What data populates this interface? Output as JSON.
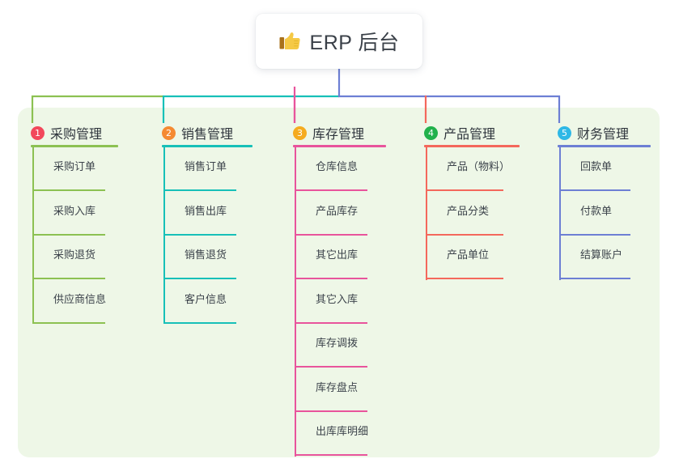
{
  "root": {
    "icon": "thumbs-up-icon",
    "title": "ERP 后台"
  },
  "palette": {
    "page_background": "#ffffff",
    "panel_background": "#eef7e7",
    "text": "#3c434b",
    "title_text": "#3a4048"
  },
  "columns": [
    {
      "index": "1",
      "title": "采购管理",
      "badge_color": "#f2485b",
      "line_color": "#8cc152",
      "items": [
        {
          "label": "采购订单"
        },
        {
          "label": "采购入库"
        },
        {
          "label": "采购退货"
        },
        {
          "label": "供应商信息"
        }
      ]
    },
    {
      "index": "2",
      "title": "销售管理",
      "badge_color": "#f58a32",
      "line_color": "#17c0b8",
      "items": [
        {
          "label": "销售订单"
        },
        {
          "label": "销售出库"
        },
        {
          "label": "销售退货"
        },
        {
          "label": "客户信息"
        }
      ]
    },
    {
      "index": "3",
      "title": "库存管理",
      "badge_color": "#f5ab1f",
      "line_color": "#e8549c",
      "items": [
        {
          "label": "仓库信息"
        },
        {
          "label": "产品库存"
        },
        {
          "label": "其它出库"
        },
        {
          "label": "其它入库"
        },
        {
          "label": "库存调拨"
        },
        {
          "label": "库存盘点"
        },
        {
          "label": "出库库明细"
        }
      ]
    },
    {
      "index": "4",
      "title": "产品管理",
      "badge_color": "#22b14c",
      "line_color": "#f4685c",
      "items": [
        {
          "label": "产品（物料）"
        },
        {
          "label": "产品分类"
        },
        {
          "label": "产品单位"
        }
      ]
    },
    {
      "index": "5",
      "title": "财务管理",
      "badge_color": "#2eb8e6",
      "line_color": "#6d7fd4",
      "items": [
        {
          "label": "回款单"
        },
        {
          "label": "付款单"
        },
        {
          "label": "结算账户"
        }
      ]
    }
  ]
}
